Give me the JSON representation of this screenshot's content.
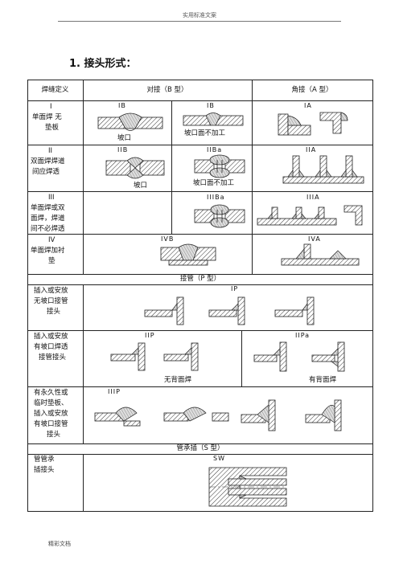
{
  "page": {
    "header": "实用标准文案",
    "heading": "1.  接头形式：",
    "footer": "精彩文档"
  },
  "table": {
    "col_headers": [
      "焊缝定义",
      "对接（B 型）",
      "角接（A 型）"
    ],
    "rows": {
      "r1": {
        "definition": [
          "I",
          "单面焊  无",
          "垫板"
        ],
        "b1": "IB",
        "b2": "IB",
        "a": "IA",
        "cap_b1": "坡口",
        "cap_b2": "坡口面不加工"
      },
      "r2": {
        "definition": [
          "II",
          "双面焊焊道",
          "间应焊透"
        ],
        "b1": "IIB",
        "b2": "IIBa",
        "a": "IIA",
        "cap_b1": "坡口",
        "cap_b2": "坡口面不加工"
      },
      "r3": {
        "definition": [
          "III",
          "单面焊或双",
          "面焊，焊道",
          "间不必焊透"
        ],
        "b2": "IIIBa",
        "a": "IIIA"
      },
      "r4": {
        "definition": [
          "IV",
          "单面焊加衬",
          "垫"
        ],
        "b": "IVB",
        "a": "IVA"
      }
    },
    "pipe_section": {
      "title": "接管（P 型）",
      "rows": {
        "p1": {
          "definition": [
            "插入或安放",
            "无坡口接管",
            "接头"
          ],
          "label": "IP"
        },
        "p2": {
          "definition": [
            "插入或安放",
            "有坡口焊透",
            "接管接头"
          ],
          "label_left": "IIP",
          "label_right": "IIPa",
          "cap_left": "无背面焊",
          "cap_right": "有背面焊"
        },
        "p3": {
          "definition": [
            "有永久性或",
            "临时垫板、",
            "插入或安放",
            "有坡口接管",
            "接头"
          ],
          "label": "IIIP"
        }
      }
    },
    "socket_section": {
      "title": "管承插（S 型）",
      "definition": [
        "管管承",
        "插接头"
      ],
      "label": "SW"
    }
  }
}
